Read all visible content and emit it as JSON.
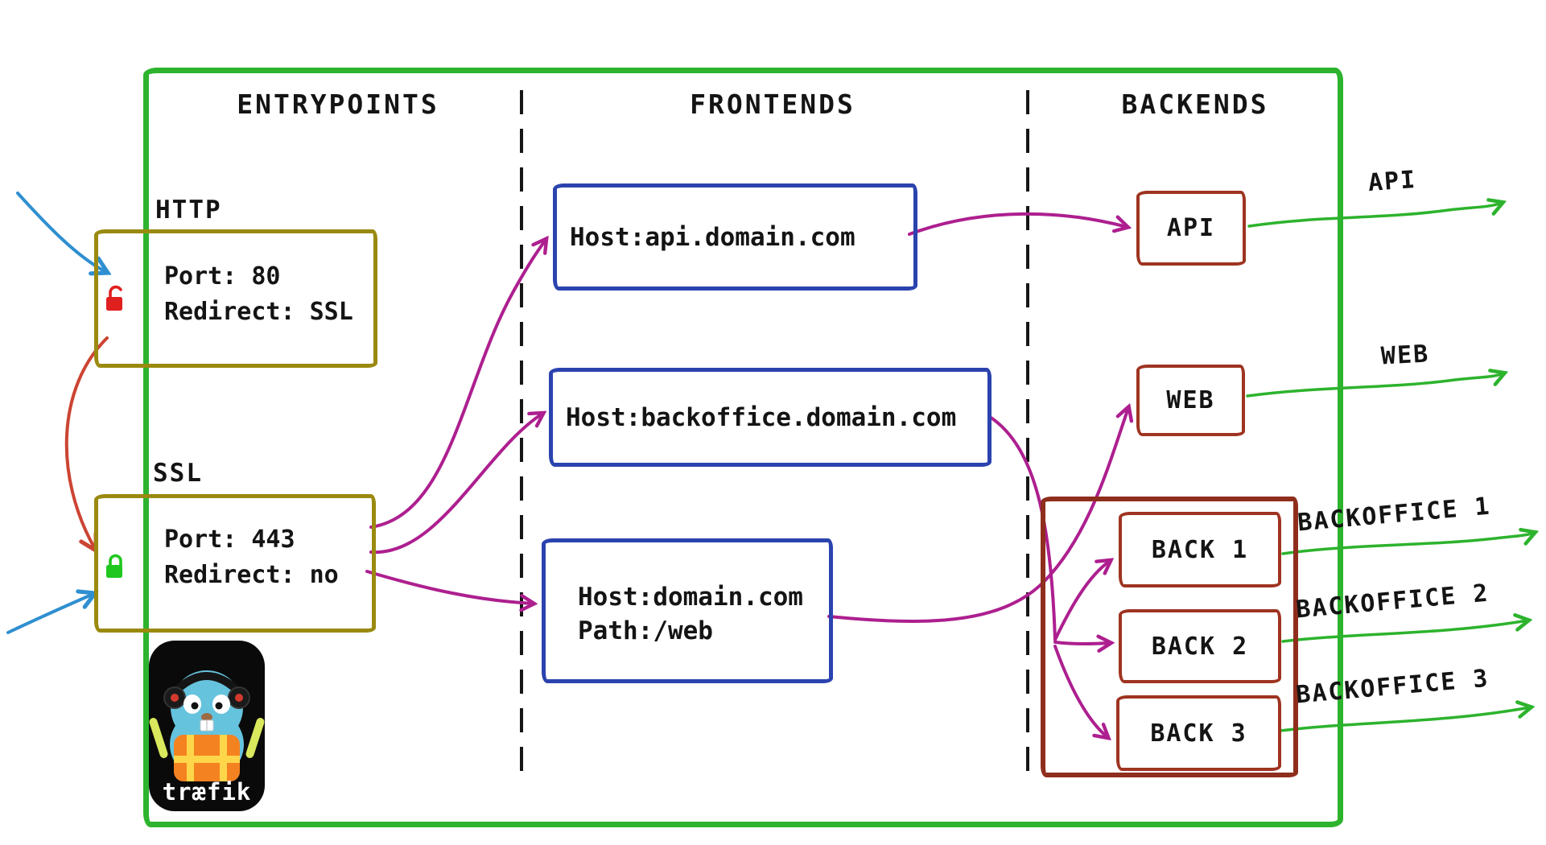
{
  "diagram": {
    "columns": {
      "entrypoints": "ENTRYPOINTS",
      "frontends": "FRONTENDS",
      "backends": "BACKENDS"
    },
    "entrypoints": [
      {
        "title": "HTTP",
        "port": "Port: 80",
        "redirect": "Redirect: SSL",
        "lock": "open-red-padlock"
      },
      {
        "title": "SSL",
        "port": "Port: 443",
        "redirect": "Redirect: no",
        "lock": "closed-green-padlock"
      }
    ],
    "frontends": [
      {
        "lines": [
          "Host:api.domain.com"
        ]
      },
      {
        "lines": [
          "Host:backoffice.domain.com"
        ]
      },
      {
        "lines": [
          "Host:domain.com",
          "Path:/web"
        ]
      }
    ],
    "backends": {
      "api": "API",
      "web": "WEB",
      "group": [
        "BACK 1",
        "BACK 2",
        "BACK 3"
      ]
    },
    "outputs": {
      "api": "API",
      "web": "WEB",
      "backoffice1": "BACKOFFICE 1",
      "backoffice2": "BACKOFFICE 2",
      "backoffice3": "BACKOFFICE 3"
    },
    "logo": {
      "text": "træfik"
    }
  },
  "colors": {
    "frame_green": "#2db32d",
    "entrypoint_olive": "#9a8a10",
    "frontend_blue": "#2b43ae",
    "backend_red": "#9e3421",
    "flow_magenta": "#ad1f8f",
    "output_green": "#2db32d",
    "redirect_red": "#cc4433",
    "inbound_blue": "#2f8fd0",
    "lock_open_red": "#e01f1f",
    "lock_closed_green": "#1fc71f"
  }
}
